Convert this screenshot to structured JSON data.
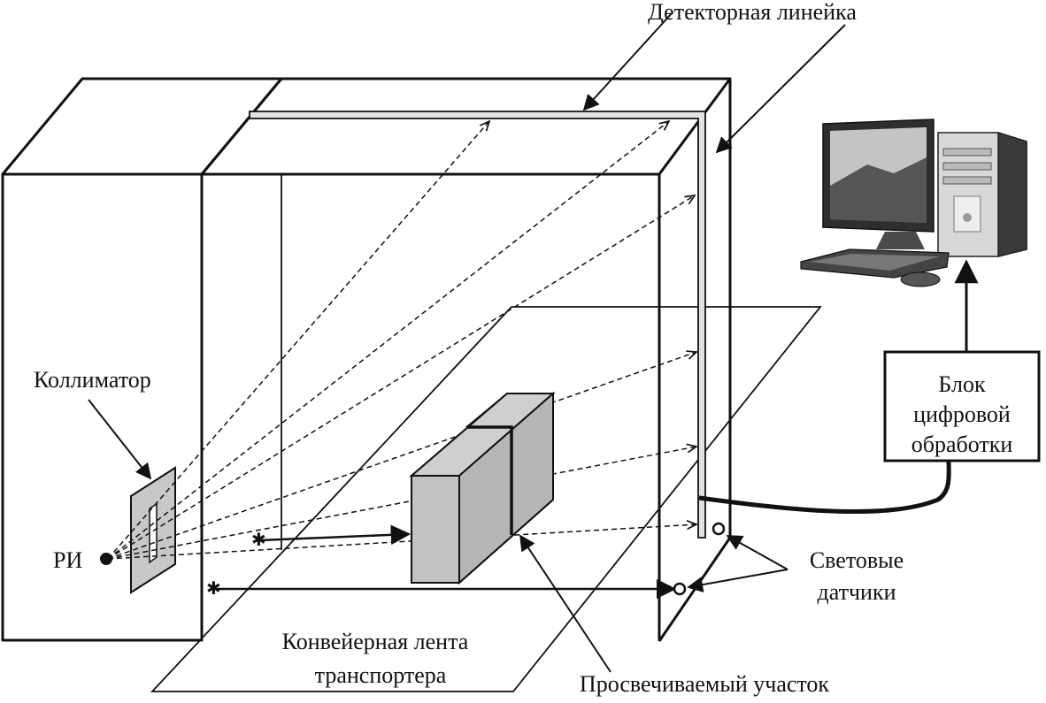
{
  "labels": {
    "detector": "Детекторная линейка",
    "collimator": "Коллиматор",
    "source": "РИ",
    "processing_line1": "Блок",
    "processing_line2": "цифровой",
    "processing_line3": "обработки",
    "sensors_line1": "Световые",
    "sensors_line2": "датчики",
    "conveyor_line1": "Конвейерная лента",
    "conveyor_line2": "транспортера",
    "scan_area": "Просвечиваемый участок"
  },
  "colors": {
    "stroke": "#111111",
    "cargo_fill": "#bdbdbd",
    "cargo_top": "#cfcfcf",
    "detector_bar": "#e2e2e2",
    "background": "#ffffff"
  },
  "icons": {
    "computer": "desktop-computer-icon",
    "source": "radiation-source-dot-icon",
    "sensor": "light-sensor-icon"
  }
}
